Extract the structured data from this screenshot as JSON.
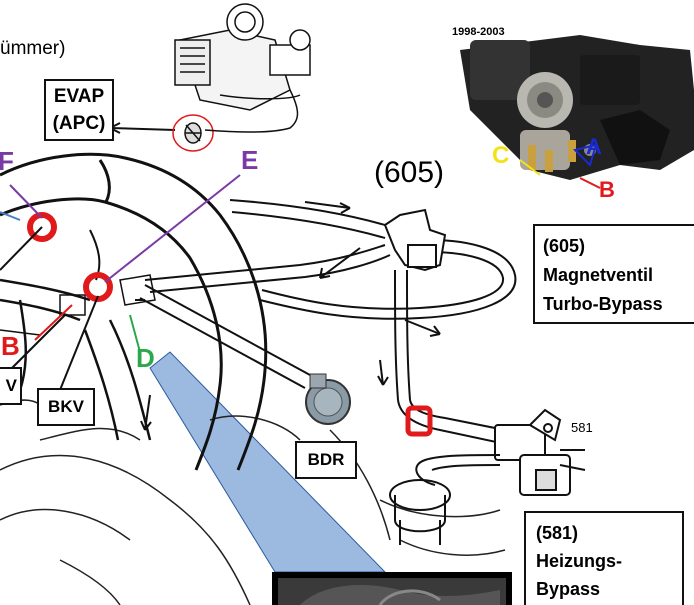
{
  "header_text": "ümmer)",
  "labels": {
    "evap_line1": "EVAP",
    "evap_line2": "(APC)",
    "year_range": "1998-2003",
    "code_605": "(605)",
    "magnet_line1": "(605)",
    "magnet_line2": "Magnetventil",
    "magnet_line3": "Turbo-Bypass",
    "code_581": "581",
    "heiz_line1": "(581)",
    "heiz_line2": "Heizungs-",
    "heiz_line3": "Bypass",
    "bdr": "BDR",
    "bkv": "BKV",
    "v_partial": "V",
    "letter_f": "F",
    "letter_e": "E",
    "letter_b_left": "B",
    "letter_d": "D",
    "letter_a_photo": "A",
    "letter_b_photo": "B",
    "letter_c_photo": "C"
  },
  "colors": {
    "purple": "#7a3aa6",
    "red": "#e01a1a",
    "green": "#2aa84a",
    "blue": "#1a2ad0",
    "yellow": "#f2e21a",
    "highlight_blue": "#4a7fc4"
  }
}
